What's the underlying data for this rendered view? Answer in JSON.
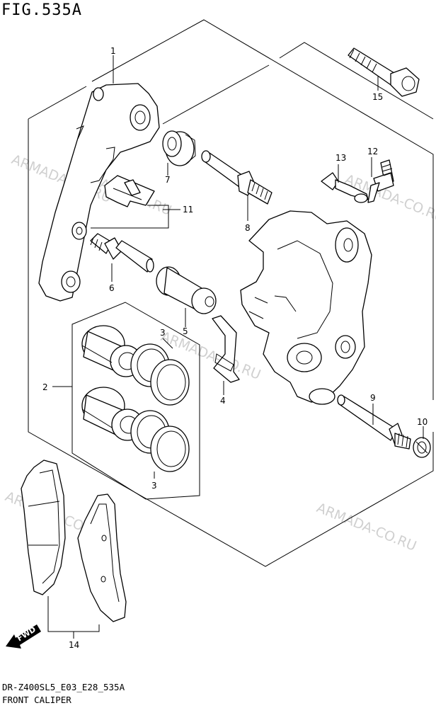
{
  "figure": {
    "title": "FIG.535A",
    "model_code": "DR-Z400SL5_E03_E28_535A",
    "section_name": "FRONT CALIPER"
  },
  "callouts": [
    "1",
    "2",
    "3",
    "3",
    "4",
    "5",
    "6",
    "7",
    "8",
    "9",
    "10",
    "11",
    "12",
    "13",
    "14",
    "15"
  ],
  "watermarks": [
    "ARMADA-CO.RU",
    "ARMADA-CO.RU",
    "ARMADA-CO.RU",
    "ARMADA-CO.RU",
    "ARMADA-CO.RU",
    "ARMADA-CO.RU"
  ],
  "direction_label": "FWD"
}
